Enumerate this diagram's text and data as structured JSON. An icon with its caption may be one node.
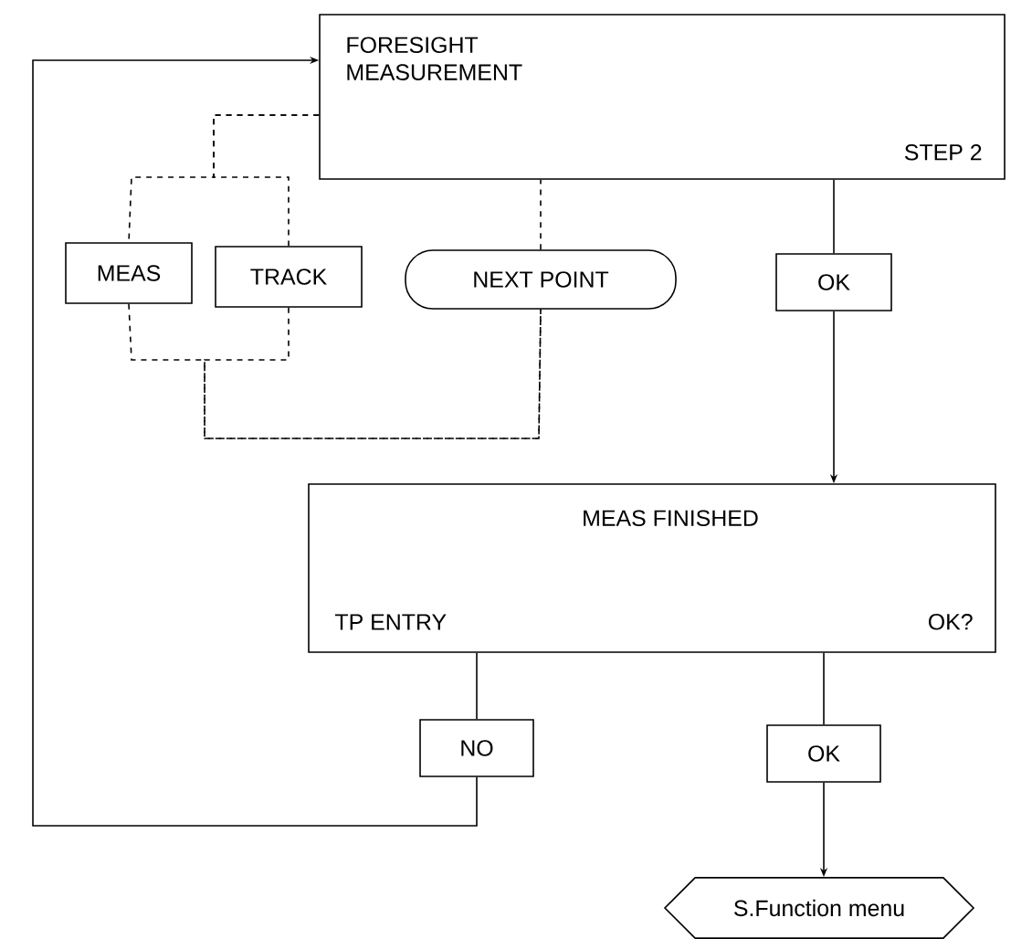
{
  "diagram": {
    "nodes": [
      {
        "text": [
          "FORESIGHT MEASUREMENT",
          "STEP 2"
        ]
      },
      {
        "text": [
          "MEAS"
        ]
      },
      {
        "text": [
          "TRACK"
        ]
      },
      {
        "text": [
          "NEXT POINT"
        ]
      },
      {
        "text": [
          "OK"
        ]
      },
      {
        "text": [
          "MEAS FINISHED",
          "TP ENTRY",
          "OK?"
        ]
      },
      {
        "text": [
          "NO"
        ]
      },
      {
        "text": [
          "OK"
        ]
      },
      {
        "text": [
          "S.Function menu"
        ]
      }
    ],
    "edges": [
      {
        "from": 0,
        "to": 1,
        "arrow": "none",
        "style": "dashed"
      },
      {
        "from": 0,
        "to": 2,
        "arrow": "none",
        "style": "dashed"
      },
      {
        "from": 1,
        "to": 3,
        "arrow": "none",
        "style": "dashed"
      },
      {
        "from": 2,
        "to": 3,
        "arrow": "none",
        "style": "dashed"
      },
      {
        "from": 3,
        "to": 0,
        "arrow": "none",
        "style": "dashed"
      },
      {
        "from": 0,
        "to": 4,
        "arrow": "none"
      },
      {
        "from": 4,
        "to": 5,
        "arrow": "to"
      },
      {
        "from": 5,
        "to": 6,
        "arrow": "none"
      },
      {
        "from": 6,
        "to": 0,
        "arrow": "to"
      },
      {
        "from": 5,
        "to": 7,
        "arrow": "none"
      },
      {
        "from": 7,
        "to": 8,
        "arrow": "to"
      }
    ]
  }
}
